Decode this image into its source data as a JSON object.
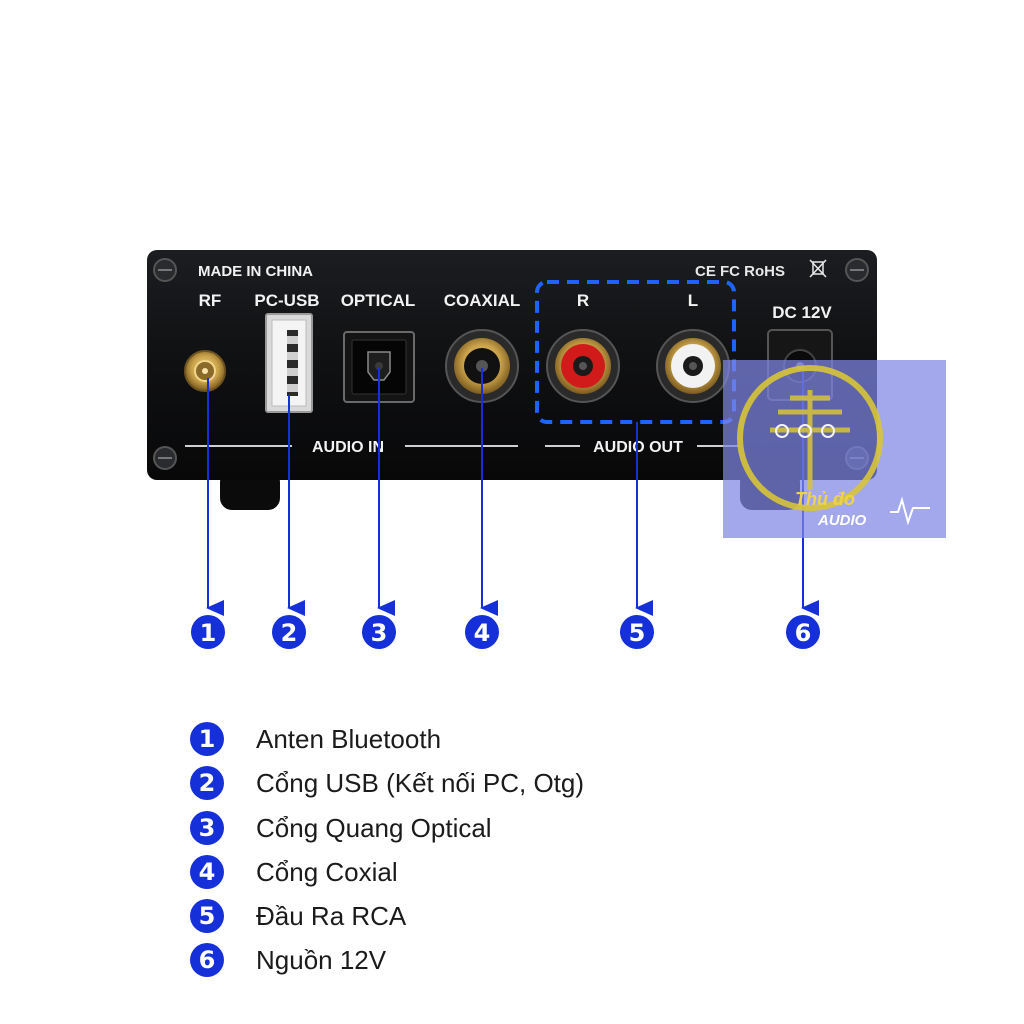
{
  "panel": {
    "made_in": "MADE IN CHINA",
    "certifications": "CE FC RoHS",
    "labels": {
      "rf": "RF",
      "pc_usb": "PC-USB",
      "optical": "OPTICAL",
      "coaxial": "COAXIAL",
      "r": "R",
      "l": "L",
      "dc": "DC 12V"
    },
    "audio_in": "AUDIO IN",
    "audio_out": "AUDIO OUT"
  },
  "callouts": [
    "1",
    "2",
    "3",
    "4",
    "5",
    "6"
  ],
  "legend": [
    {
      "num": "1",
      "text": "Anten Bluetooth"
    },
    {
      "num": "2",
      "text": "Cổng USB (Kết nối PC, Otg)"
    },
    {
      "num": "3",
      "text": "Cổng Quang Optical"
    },
    {
      "num": "4",
      "text": "Cổng Coxial"
    },
    {
      "num": "5",
      "text": "Đầu Ra RCA"
    },
    {
      "num": "6",
      "text": "Nguồn 12V"
    }
  ],
  "watermark": {
    "brand": "Thủ đo",
    "sub": "AUDIO"
  },
  "colors": {
    "panel": "#0f1012",
    "accent_blue": "#1530d8",
    "rca_red": "#d11a1a",
    "rca_white": "#f2f2f2",
    "gold": "#c9a24a",
    "watermark_bg": "#7f86e6",
    "watermark_ring": "#d8c437"
  }
}
